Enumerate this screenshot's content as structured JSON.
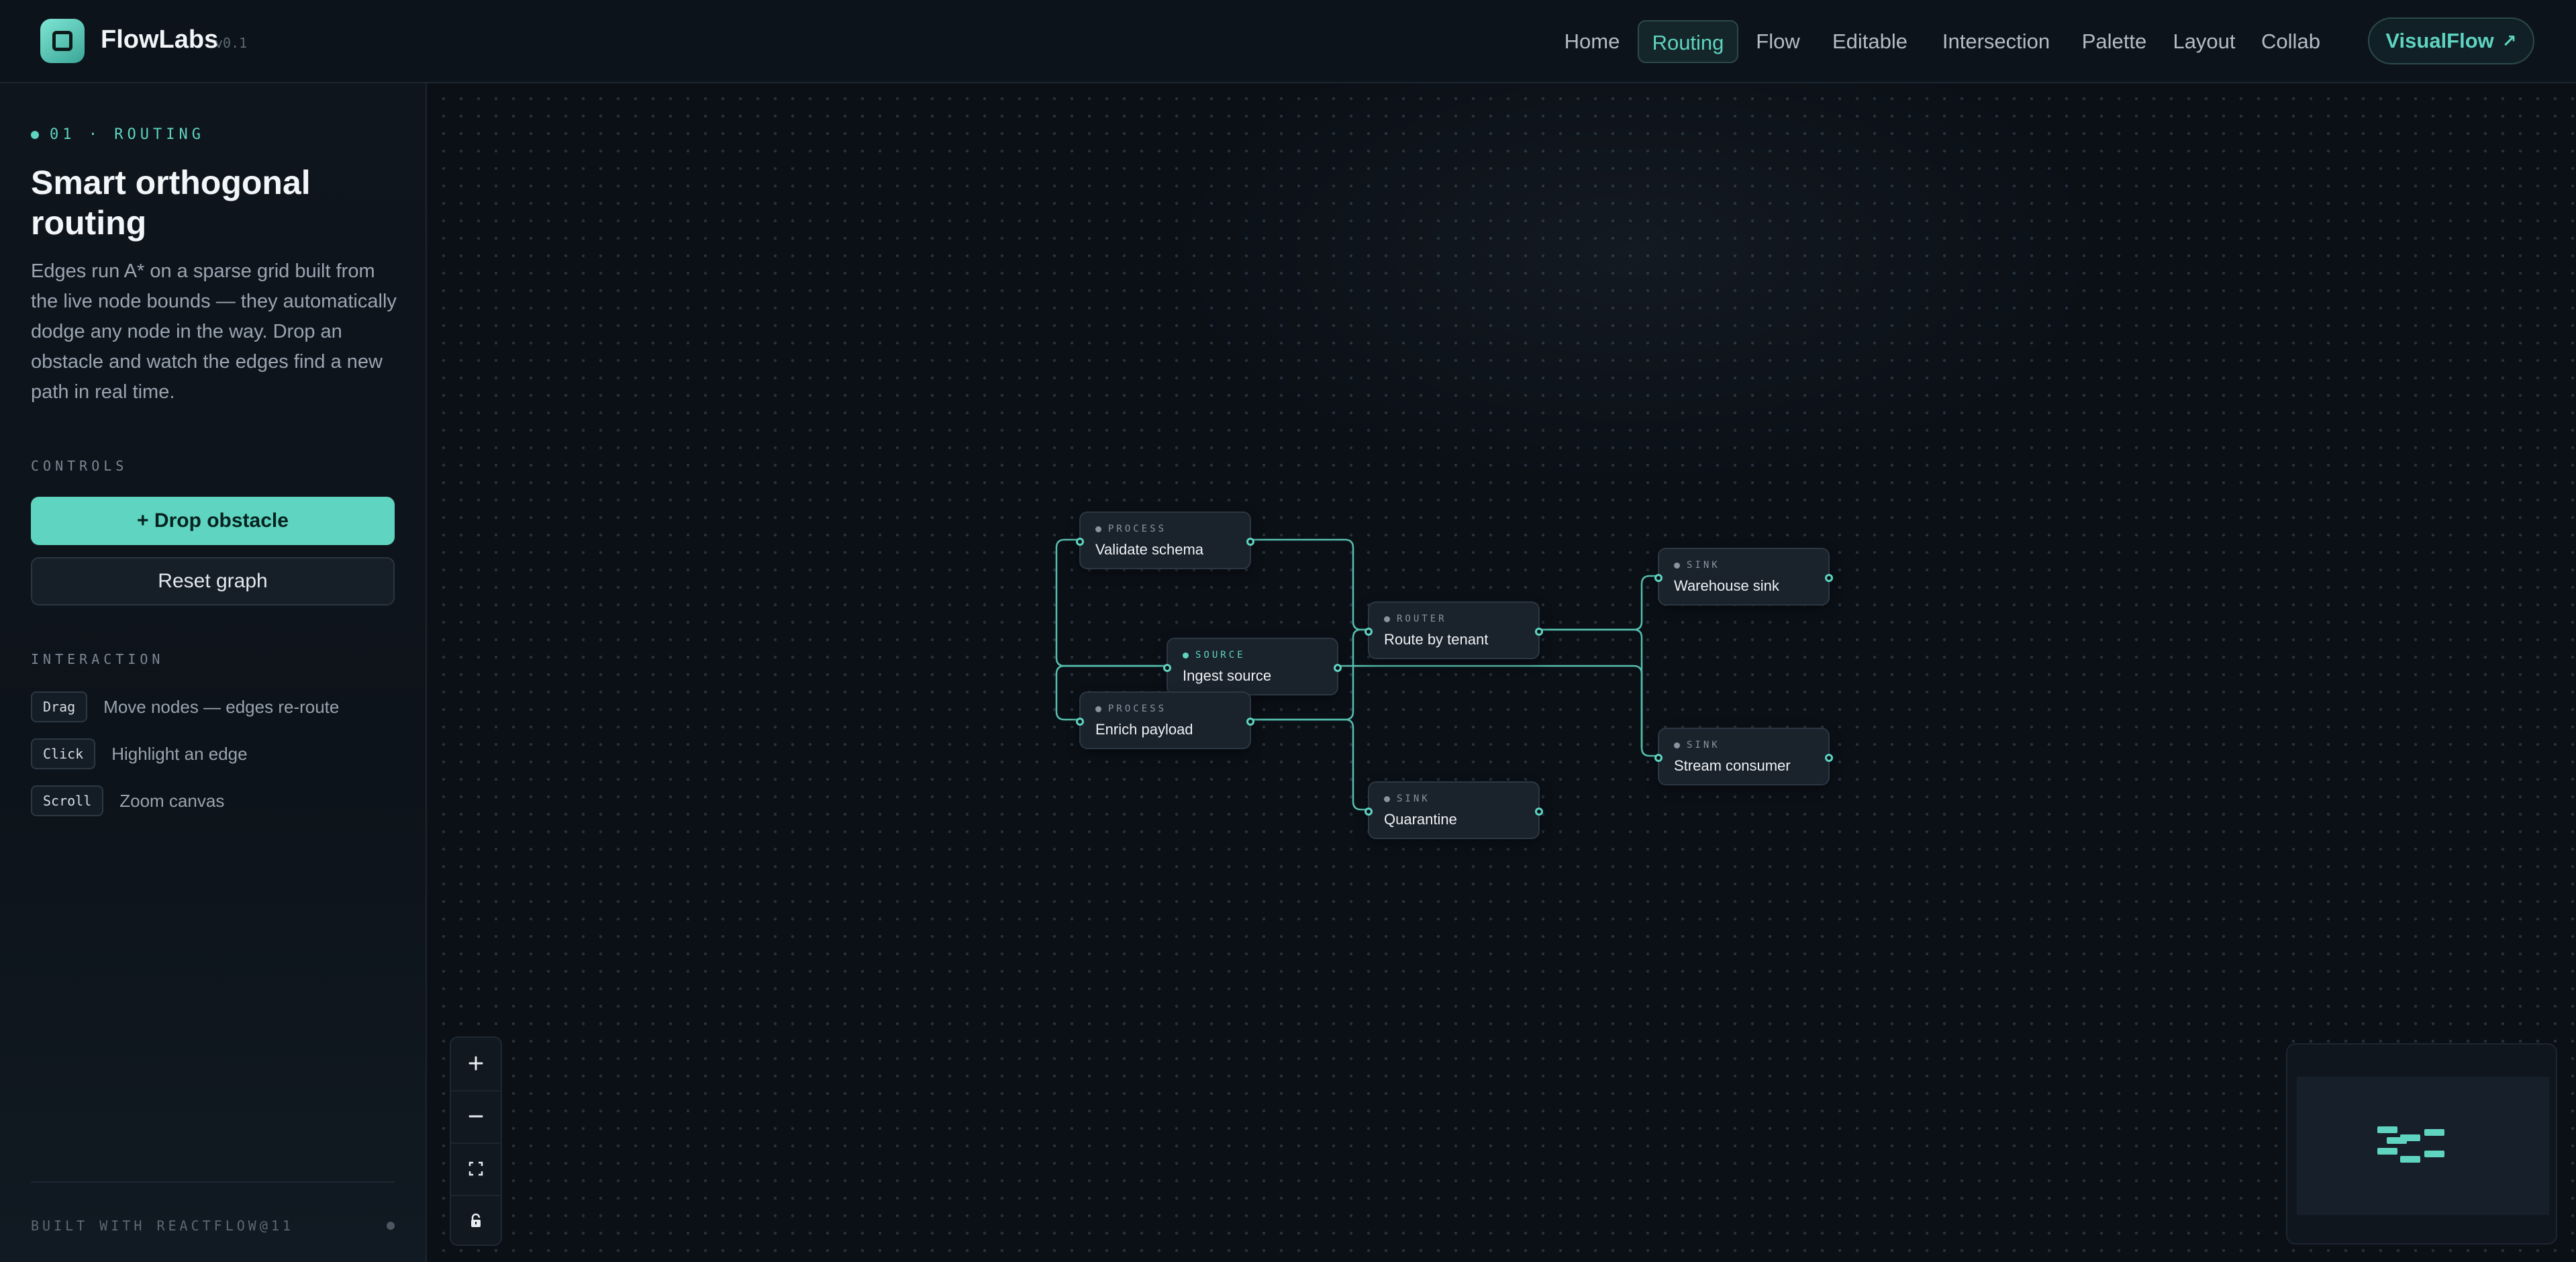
{
  "header": {
    "brand": "FlowLabs",
    "version": "v0.1",
    "nav": [
      "Home",
      "Routing",
      "Flow",
      "Editable",
      "Intersection",
      "Palette",
      "Layout",
      "Collab"
    ],
    "active_nav": "Routing",
    "cta_label": "VisualFlow",
    "cta_icon": "arrow-up-right-icon"
  },
  "sidebar": {
    "eyebrow": "01 · ROUTING",
    "title": "Smart orthogonal routing",
    "description": "Edges run A* on a sparse grid built from the live node bounds — they automatically dodge any node in the way. Drop an obstacle and watch the edges find a new path in real time.",
    "controls_label": "CONTROLS",
    "drop_obstacle_label": "+ Drop obstacle",
    "reset_graph_label": "Reset graph",
    "interaction_label": "INTERACTION",
    "interactions": [
      {
        "key": "Drag",
        "text": "Move nodes — edges re-route"
      },
      {
        "key": "Click",
        "text": "Highlight an edge"
      },
      {
        "key": "Scroll",
        "text": "Zoom canvas"
      }
    ],
    "footer": "BUILT WITH REACTFLOW@11"
  },
  "graph": {
    "nodes": [
      {
        "id": "validate",
        "kind": "PROCESS",
        "label": "Validate schema"
      },
      {
        "id": "ingest",
        "kind": "SOURCE",
        "label": "Ingest source"
      },
      {
        "id": "enrich",
        "kind": "PROCESS",
        "label": "Enrich payload"
      },
      {
        "id": "router",
        "kind": "ROUTER",
        "label": "Route by tenant"
      },
      {
        "id": "quarantine",
        "kind": "SINK",
        "label": "Quarantine"
      },
      {
        "id": "warehouse",
        "kind": "SINK",
        "label": "Warehouse sink"
      },
      {
        "id": "stream",
        "kind": "SINK",
        "label": "Stream consumer"
      }
    ],
    "edge_color": "#5fd4c0"
  },
  "canvas_controls": [
    "zoom-in-icon",
    "zoom-out-icon",
    "fit-view-icon",
    "lock-icon"
  ],
  "colors": {
    "accent": "#5fd4c0",
    "background": "#0b1017",
    "node": "#1a222c"
  }
}
